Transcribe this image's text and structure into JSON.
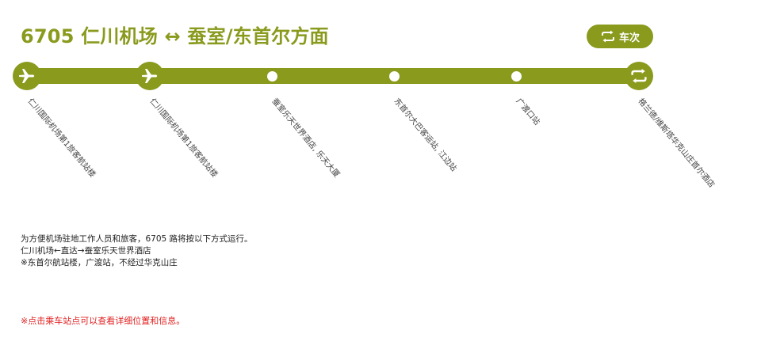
{
  "route": {
    "title": "6705 仁川机场 ↔ 蚕室/东首尔方面",
    "schedule_label": "车次"
  },
  "stops": [
    {
      "name": "仁川国际机场第1旅客航站楼",
      "icon": "airplane-icon"
    },
    {
      "name": "仁川国际机场第1旅客航站楼",
      "icon": "airplane-icon"
    },
    {
      "name": "蚕室乐天世界酒店, 乐天大厦",
      "icon": "stop-dot"
    },
    {
      "name": "东首尔大巴客运站, 江边站",
      "icon": "stop-dot"
    },
    {
      "name": "广渡口站",
      "icon": "stop-dot"
    },
    {
      "name": "格兰德/维斯塔华克山庄首尔酒店",
      "icon": "turnaround-icon"
    }
  ],
  "notes": {
    "line1": "为方便机场驻地工作人员和旅客，6705 路将按以下方式运行。",
    "line2": "仁川机场←直达→蚕室乐天世界酒店",
    "line3": "※东首尔航站楼，广渡站，不经过华克山庄"
  },
  "tip": "※点击乘车站点可以查看详细位置和信息。",
  "colors": {
    "accent": "#8a9a1d",
    "tip": "#e02020"
  }
}
